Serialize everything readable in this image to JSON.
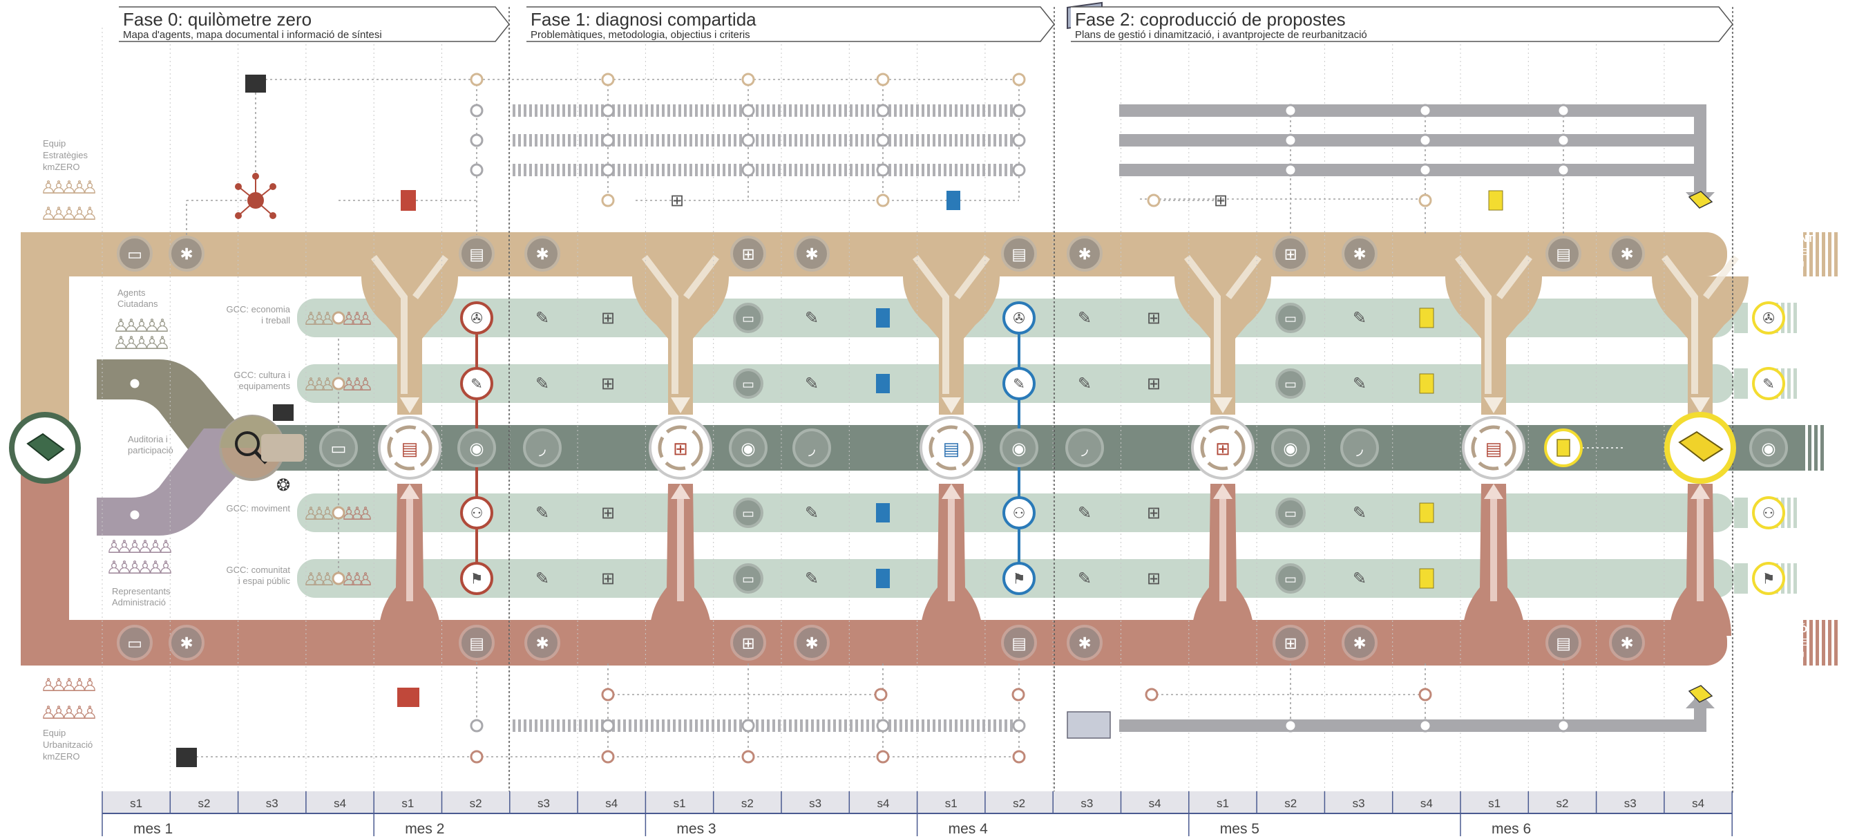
{
  "phases": [
    {
      "title": "Fase 0: quilòmetre zero",
      "subtitle": "Mapa d'agents, mapa documental i informació de síntesi"
    },
    {
      "title": "Fase 1: diagnosi compartida",
      "subtitle": "Problemàtiques, metodologia, objectius i criteris"
    },
    {
      "title": "Fase 2: coproducció de propostes",
      "subtitle": "Plans de gestió i dinamització, i avantprojecte de reurbanització"
    }
  ],
  "left_labels": {
    "team_top": [
      "Equip",
      "Estratègies",
      "kmZERO"
    ],
    "agents": [
      "Agents",
      "Ciutadans"
    ],
    "audit": [
      "Auditoria i",
      "participació"
    ],
    "reps": [
      "Representants",
      "Administració"
    ],
    "team_bottom": [
      "Equip",
      "Urbanització",
      "kmZERO"
    ]
  },
  "gcc_labels": [
    [
      "GCC: economia",
      "i treball"
    ],
    [
      "GCC: cultura i",
      "equipaments"
    ],
    [
      "GCC: moviment"
    ],
    [
      "GCC: comunitat",
      "i espai públic"
    ]
  ],
  "outputs": {
    "top": [
      "SEGUIMENT",
      "PROJECTE",
      "EXECUTIU"
    ],
    "bottom": [
      "REDACCIÓ",
      "PROJECTE",
      "EXECUTIU"
    ]
  },
  "timeline": {
    "weeks": [
      "s1",
      "s2",
      "s3",
      "s4",
      "s1",
      "s2",
      "s3",
      "s4",
      "s1",
      "s2",
      "s3",
      "s4",
      "s1",
      "s2",
      "s3",
      "s4",
      "s1",
      "s2",
      "s3",
      "s4",
      "s1",
      "s2",
      "s3",
      "s4"
    ],
    "months": [
      "mes 1",
      "mes 2",
      "mes 3",
      "mes 4",
      "mes 5",
      "mes 6"
    ]
  },
  "colors": {
    "tan": "#d3b894",
    "terracotta": "#c08878",
    "center_gray": "#7a8a80",
    "gcc_green": "#c7d8cc",
    "olive": "#8e8b78",
    "mauve": "#a79aa8",
    "red_line": "#b04a3a",
    "blue_line": "#2a7ab8",
    "yellow": "#f3dc30",
    "dark_green": "#4a6a50",
    "icon_gray": "#8c8c8c"
  },
  "icons": [
    "document-icon",
    "meeting-icon",
    "cogs-icon",
    "network-icon",
    "rss-icon",
    "scan-icon",
    "diagram-icon",
    "books-icon",
    "map-icon",
    "magnifier-icon",
    "people-icon",
    "tree-icon",
    "wind-icon",
    "leaf-icon",
    "family-icon",
    "book-icon"
  ]
}
